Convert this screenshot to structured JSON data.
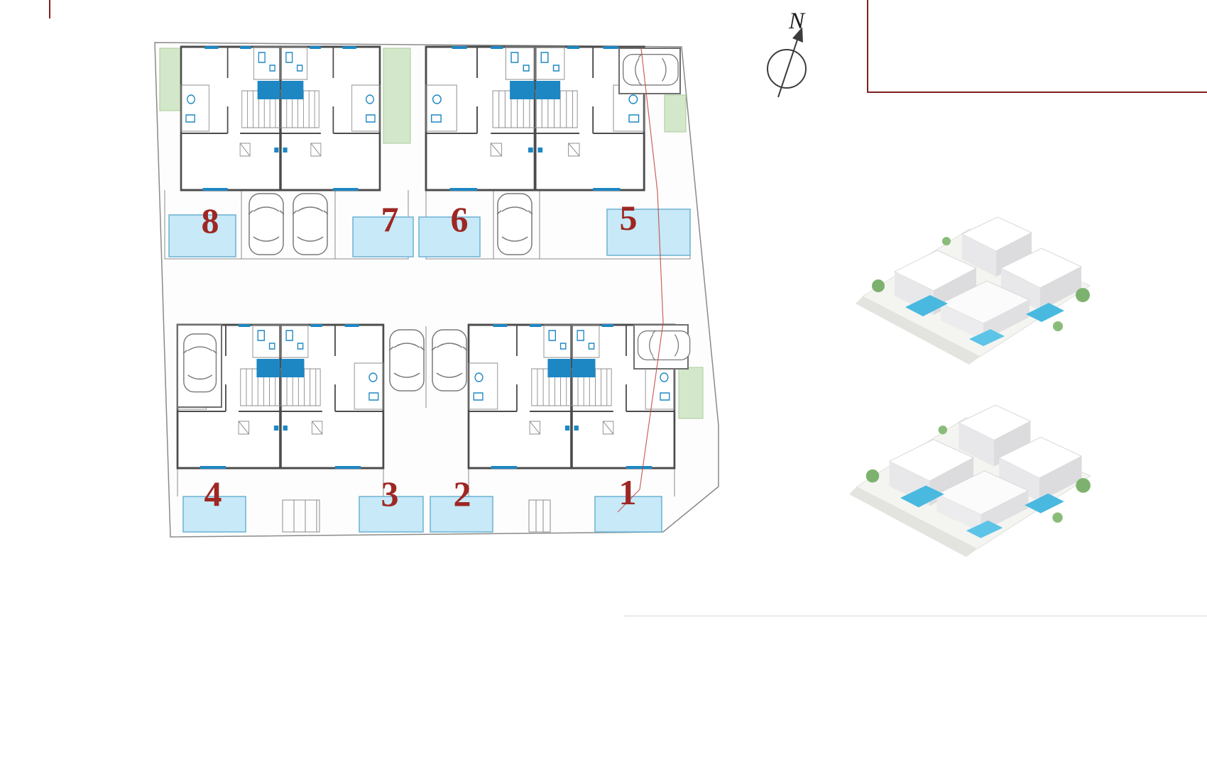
{
  "document": {
    "type": "residential-site-plan"
  },
  "compass": {
    "label": "N"
  },
  "plan": {
    "units": [
      {
        "id": "unit-8",
        "number": "8"
      },
      {
        "id": "unit-7",
        "number": "7"
      },
      {
        "id": "unit-6",
        "number": "6"
      },
      {
        "id": "unit-5",
        "number": "5"
      },
      {
        "id": "unit-4",
        "number": "4"
      },
      {
        "id": "unit-3",
        "number": "3"
      },
      {
        "id": "unit-2",
        "number": "2"
      },
      {
        "id": "unit-1",
        "number": "1"
      }
    ]
  },
  "colors": {
    "unit-number": "#9e2723",
    "pool-fill": "#c7e9f8",
    "pool-border": "#6cb1d2",
    "green-fill": "#d3e8ca",
    "green-border": "#a8cc9a",
    "wall": "#4b4b4b",
    "fixture-blue": "#1d87c4",
    "boundary-red": "#c2473d",
    "frame-red": "#7e2020",
    "divider-gray": "#d8d8d8"
  }
}
